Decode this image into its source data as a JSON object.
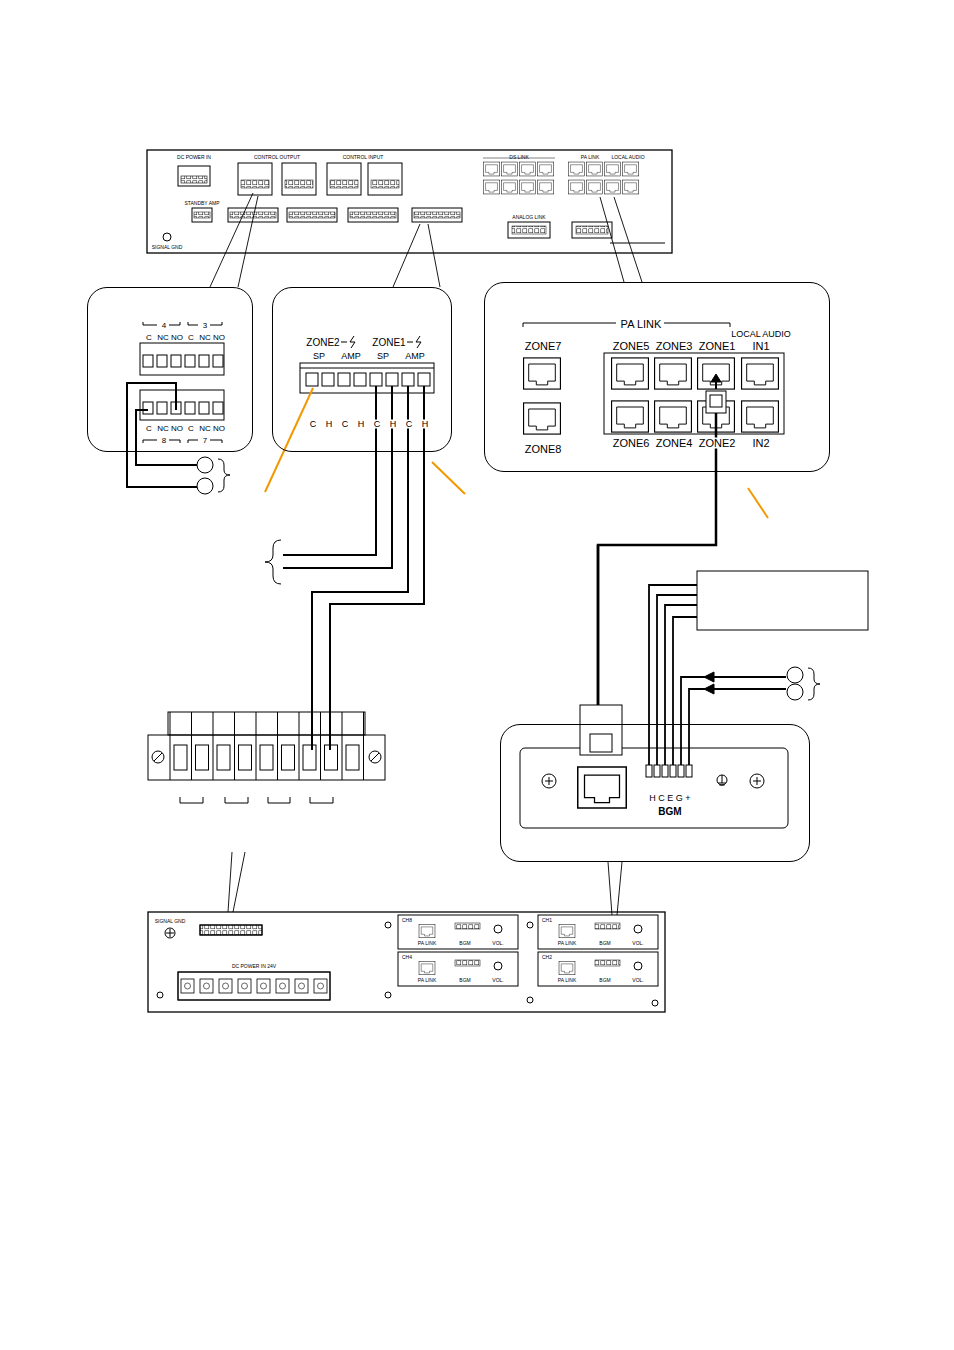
{
  "diagram": {
    "nodes": [
      {
        "text": [
          "4",
          "3",
          "C",
          "NC",
          "NO",
          "C",
          "NC",
          "NO",
          "C",
          "NC",
          "NO",
          "C",
          "NC",
          "NO",
          "8",
          "7"
        ]
      },
      {
        "text": [
          "ZONE2",
          "SP",
          "AMP",
          "ZONE1",
          "SP",
          "AMP",
          "C",
          "H",
          "C",
          "H",
          "C",
          "H",
          "C",
          "H"
        ]
      },
      {
        "text": [
          "PA LINK",
          "LOCAL AUDIO",
          "ZONE7",
          "ZONE5",
          "ZONE3",
          "ZONE1",
          "IN1",
          "ZONE8",
          "ZONE6",
          "ZONE4",
          "ZONE2",
          "IN2"
        ]
      },
      {
        "text": [
          "H C E G +",
          "BGM"
        ]
      }
    ],
    "edges": [
      {
        "from": 2,
        "to": 3,
        "arrow": "none"
      }
    ],
    "labels": [
      "DC POWER IN",
      "CONTROL OUTPUT",
      "CONTROL INPUT",
      "DS LINK",
      "PA LINK",
      "LOCAL AUDIO",
      "STANDBY AMP",
      "ANALOG LINK",
      "SIGNAL GND",
      "SIGNAL GND",
      "DC POWER IN 24V",
      "CH8",
      "PA LINK",
      "BGM",
      "VOL.",
      "CH1",
      "PA LINK",
      "BGM",
      "VOL.",
      "CH4",
      "PA LINK",
      "BGM",
      "VOL.",
      "CH2",
      "PA LINK",
      "BGM",
      "VOL."
    ]
  }
}
